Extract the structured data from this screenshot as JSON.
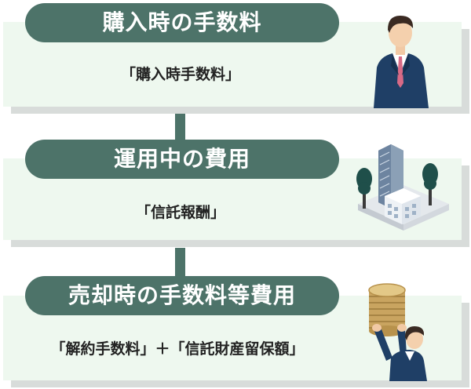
{
  "steps": [
    {
      "title": "購入時の手数料",
      "description": "「購入時手数料」",
      "icon": "businessman-icon"
    },
    {
      "title": "運用中の費用",
      "description": "「信託報酬」",
      "icon": "office-building-icon"
    },
    {
      "title": "売却時の手数料等費用",
      "description": "「解約手数料」＋「信託財産留保額」",
      "icon": "person-holding-coins-icon"
    }
  ],
  "colors": {
    "pill": "#4d7369",
    "card": "#eef8ef",
    "shadow": "#d8dcda",
    "text": "#222222"
  }
}
